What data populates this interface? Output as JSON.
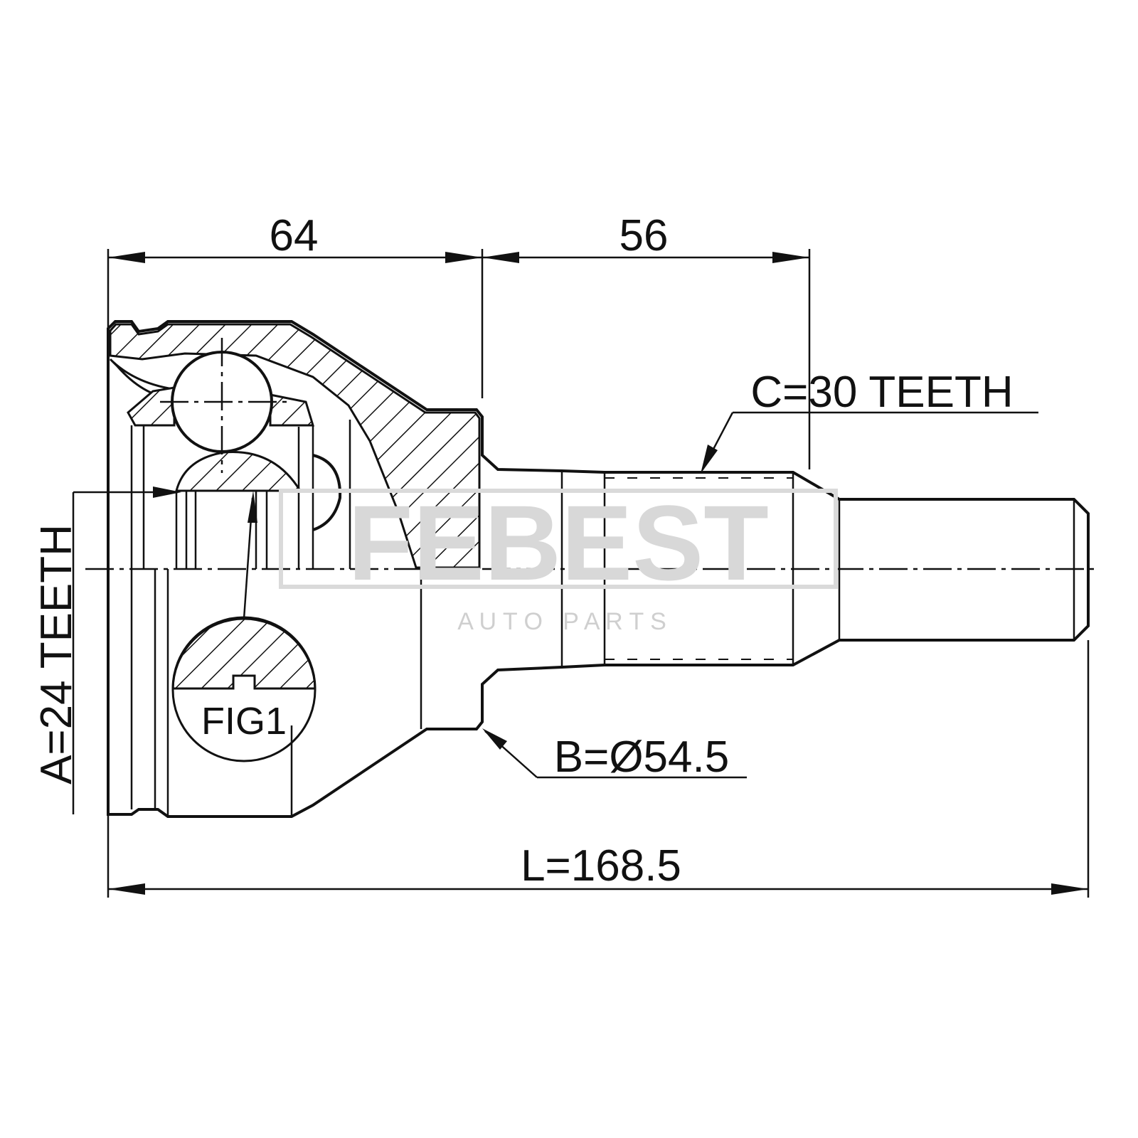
{
  "dimensions": {
    "left_length": "64",
    "right_length": "56",
    "total_length": "L=168.5",
    "outer_spline": "C=30 TEETH",
    "inner_spline": "A=24 TEETH",
    "seal_diameter": "B=Ø54.5"
  },
  "figure_label": "FIG1",
  "watermark": {
    "brand": "FEBEST",
    "subtitle": "A U T O   P A R T S"
  },
  "colors": {
    "line": "#111111",
    "watermark": "#d4d4d4"
  }
}
